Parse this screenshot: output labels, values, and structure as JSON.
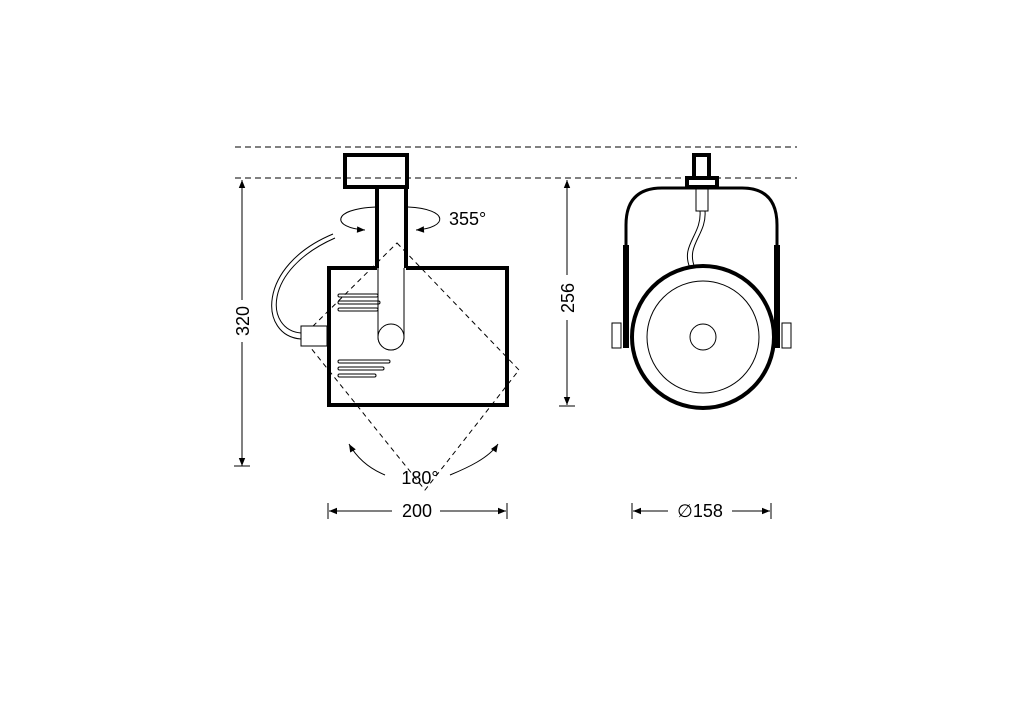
{
  "labels": {
    "height_total": "320",
    "height_head": "256",
    "width": "200",
    "diameter": "∅158",
    "rotation_horizontal": "355°",
    "rotation_tilt": "180°"
  },
  "colors": {
    "stroke": "#000000",
    "background": "#ffffff"
  }
}
